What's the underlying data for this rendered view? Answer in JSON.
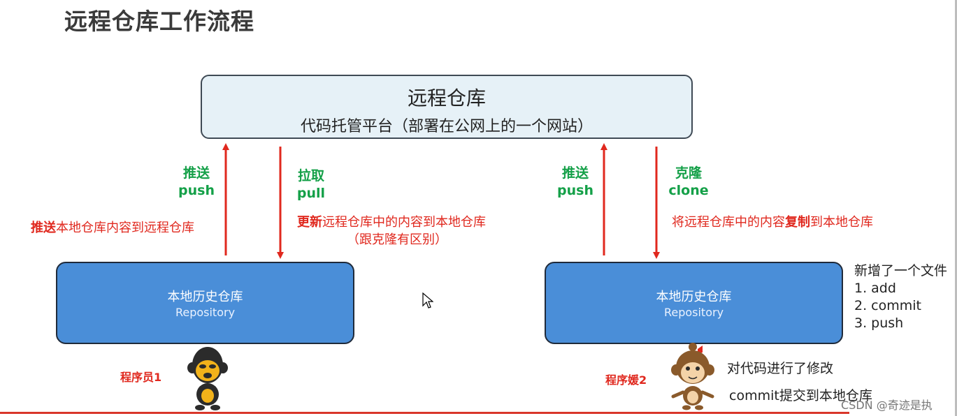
{
  "title": "远程仓库工作流程",
  "remote": {
    "title": "远程仓库",
    "subtitle": "代码托管平台（部署在公网上的一个网站）"
  },
  "left": {
    "push_cn": "推送",
    "push_en": "push",
    "pull_cn": "拉取",
    "pull_en": "pull",
    "push_desc_bold": "推送",
    "push_desc_rest": "本地仓库内容到远程仓库",
    "pull_desc_bold": "更新",
    "pull_desc_rest": "远程仓库中的内容到本地仓库",
    "pull_note": "（跟克隆有区别）",
    "repo_title": "本地历史仓库",
    "repo_sub": "Repository",
    "dev_label": "程序员1"
  },
  "right": {
    "push_cn": "推送",
    "push_en": "push",
    "clone_cn": "克隆",
    "clone_en": "clone",
    "clone_desc_pre": "将远程仓库中的内容",
    "clone_desc_bold": "复制",
    "clone_desc_post": "到本地仓库",
    "repo_title": "本地历史仓库",
    "repo_sub": "Repository",
    "dev_label": "程序媛2",
    "steps_title": "新增了一个文件",
    "steps": [
      "1.  add",
      "2.  commit",
      "3.  push"
    ],
    "note1": "对代码进行了修改",
    "note2": "commit提交到本地仓库"
  },
  "watermark": "CSDN @奇迹是执",
  "colors": {
    "arrow_red": "#e0281e",
    "green_label": "#14a048",
    "repo_blue": "#4a8ed8",
    "remote_bg": "#e6f1f7"
  }
}
